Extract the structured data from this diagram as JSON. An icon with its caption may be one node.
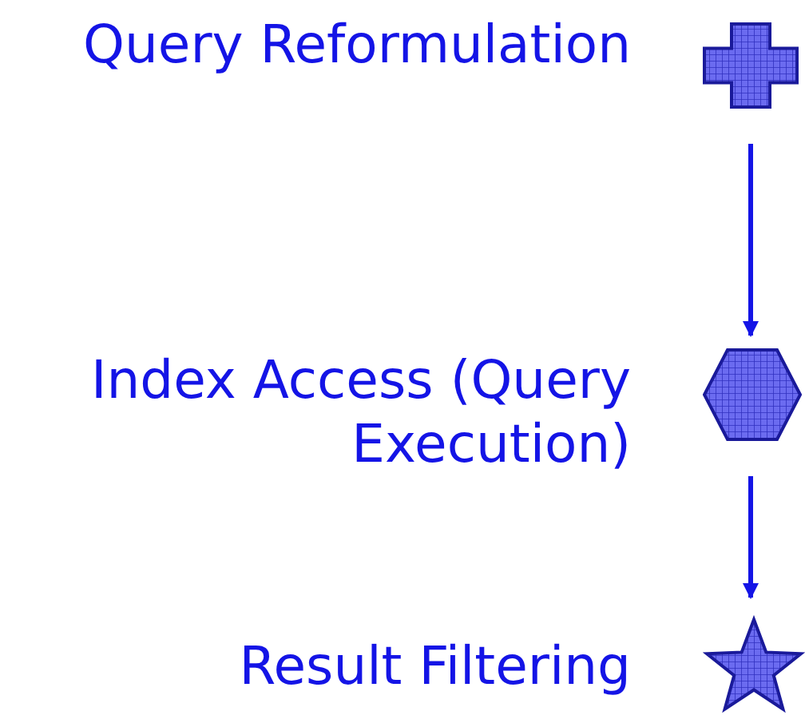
{
  "diagram": {
    "nodes": [
      {
        "text": [],
        "shape": "cross",
        "beside": [
          "Query Reformulation"
        ]
      },
      {
        "text": [],
        "shape": "hexagon",
        "beside": [
          "Index Access (Query Execution)"
        ]
      },
      {
        "text": [],
        "shape": "star",
        "beside": [
          "Result Filtering"
        ]
      }
    ],
    "edges": [
      {
        "from": 0,
        "to": 1,
        "arrow": "to"
      },
      {
        "from": 1,
        "to": 2,
        "arrow": "to"
      }
    ]
  }
}
